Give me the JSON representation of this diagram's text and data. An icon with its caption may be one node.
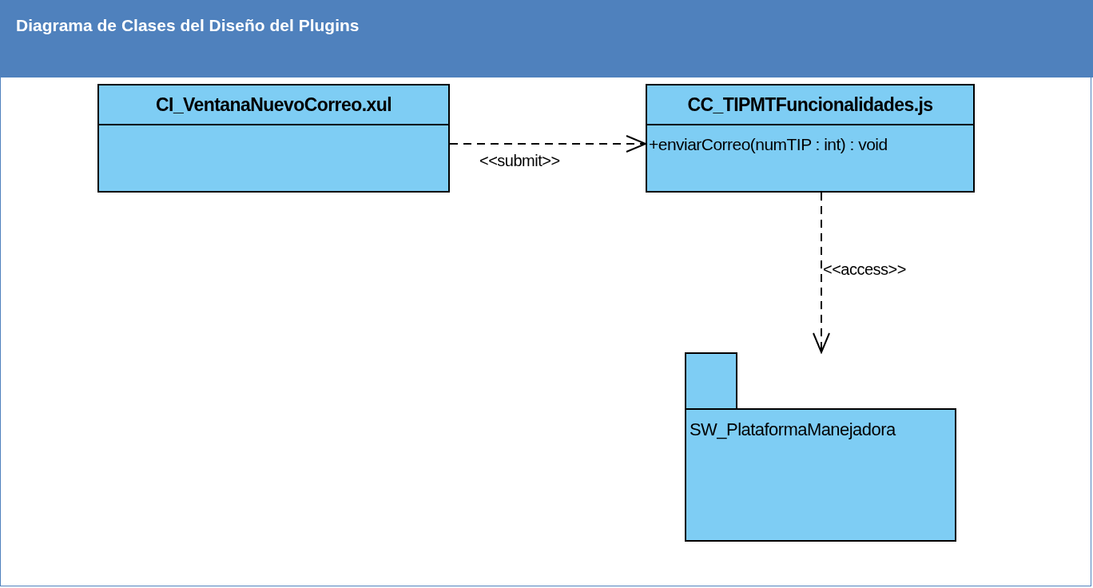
{
  "diagram": {
    "title": "Diagrama de Clases del Diseño del Plugins",
    "nodes": [
      {
        "text": [
          "CI_VentanaNuevoCorreo.xul"
        ]
      },
      {
        "text": [
          "CC_TIPMTFuncionalidades.js",
          "+enviarCorreo(numTIP : int) : void"
        ]
      },
      {
        "text": [
          "SW_PlataformaManejadora"
        ]
      }
    ],
    "edges": [
      {
        "from": 0,
        "to": 1,
        "arrow": "to",
        "style": "dashed",
        "label": "<<submit>>"
      },
      {
        "from": 1,
        "to": 2,
        "arrow": "to",
        "style": "dashed",
        "label": "<<access>>"
      }
    ]
  }
}
